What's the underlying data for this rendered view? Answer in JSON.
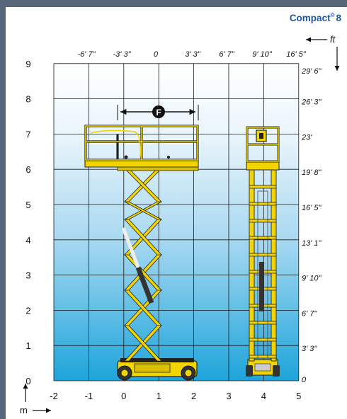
{
  "model": {
    "name": "Compact",
    "superscript": "®",
    "number": "8"
  },
  "feet_unit": "ft",
  "meter_unit": "m",
  "dimension_marker": "F",
  "meter_axis_x": {
    "ticks": [
      "-2",
      "-1",
      "0",
      "1",
      "2",
      "3",
      "4",
      "5"
    ],
    "range": [
      -2,
      5
    ]
  },
  "meter_axis_y": {
    "ticks": [
      "0",
      "1",
      "2",
      "3",
      "4",
      "5",
      "6",
      "7",
      "8",
      "9"
    ],
    "range": [
      0,
      9
    ]
  },
  "feet_axis_top": {
    "ticks": [
      "-6' 7\"",
      "-3' 3\"",
      "0",
      "3' 3\"",
      "6' 7\"",
      "9' 10\"",
      "16' 5\""
    ]
  },
  "feet_axis_right": {
    "ticks": [
      "0",
      "3' 3\"",
      "6' 7\"",
      "9' 10\"",
      "13' 1\"",
      "16' 5\"",
      "19' 8\"",
      "23'",
      "26' 3\"",
      "29' 6\""
    ]
  },
  "colors": {
    "lift_yellow": "#f2d500",
    "model_blue": "#1f57a4",
    "gradient_top": "#ffffff",
    "gradient_bottom": "#1aa3d9",
    "frame": "#56657a"
  }
}
